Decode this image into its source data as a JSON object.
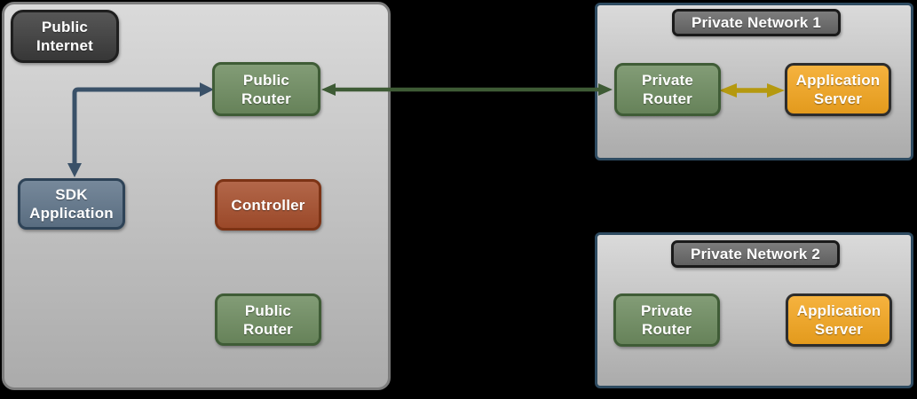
{
  "colors": {
    "zone_fill_top": "#dadada",
    "zone_fill_bottom": "#ababab",
    "public_zone_border": "#7d7d7d",
    "private_zone_border": "#2e4b61",
    "dark_badge_fill": "#3b3b3b",
    "dark_badge_border": "#1f1f1f",
    "network_badge_fill": "#676767",
    "network_badge_border": "#1a1a1a",
    "router_fill": "#6e8c60",
    "router_border": "#3f5c36",
    "sdk_fill": "#60758a",
    "sdk_border": "#2e4357",
    "controller_fill": "#a64e2c",
    "controller_border": "#7c3315",
    "appserver_fill": "#f4a61f",
    "appserver_border": "#2d2d2d",
    "arrow_blue": "#3a5168",
    "arrow_green": "#3e5b35",
    "arrow_yellow": "#b5990f",
    "node_text": "#ffffff"
  },
  "diagram": {
    "public_zone": {
      "badge": "Public\nInternet",
      "public_router_top": "Public\nRouter",
      "sdk_application": "SDK\nApplication",
      "controller": "Controller",
      "public_router_bottom": "Public\nRouter"
    },
    "private_network_1": {
      "title": "Private Network 1",
      "private_router": "Private\nRouter",
      "application_server": "Application\nServer"
    },
    "private_network_2": {
      "title": "Private Network 2",
      "private_router": "Private\nRouter",
      "application_server": "Application\nServer"
    },
    "connections": [
      {
        "from": "Public Router",
        "to": "SDK Application",
        "style": "elbow",
        "bidirectional": true
      },
      {
        "from": "Public Router",
        "to": "Private Router (Private Network 1)",
        "style": "straight",
        "bidirectional": true
      },
      {
        "from": "Private Router (Private Network 1)",
        "to": "Application Server (Private Network 1)",
        "style": "straight",
        "bidirectional": true
      }
    ]
  }
}
